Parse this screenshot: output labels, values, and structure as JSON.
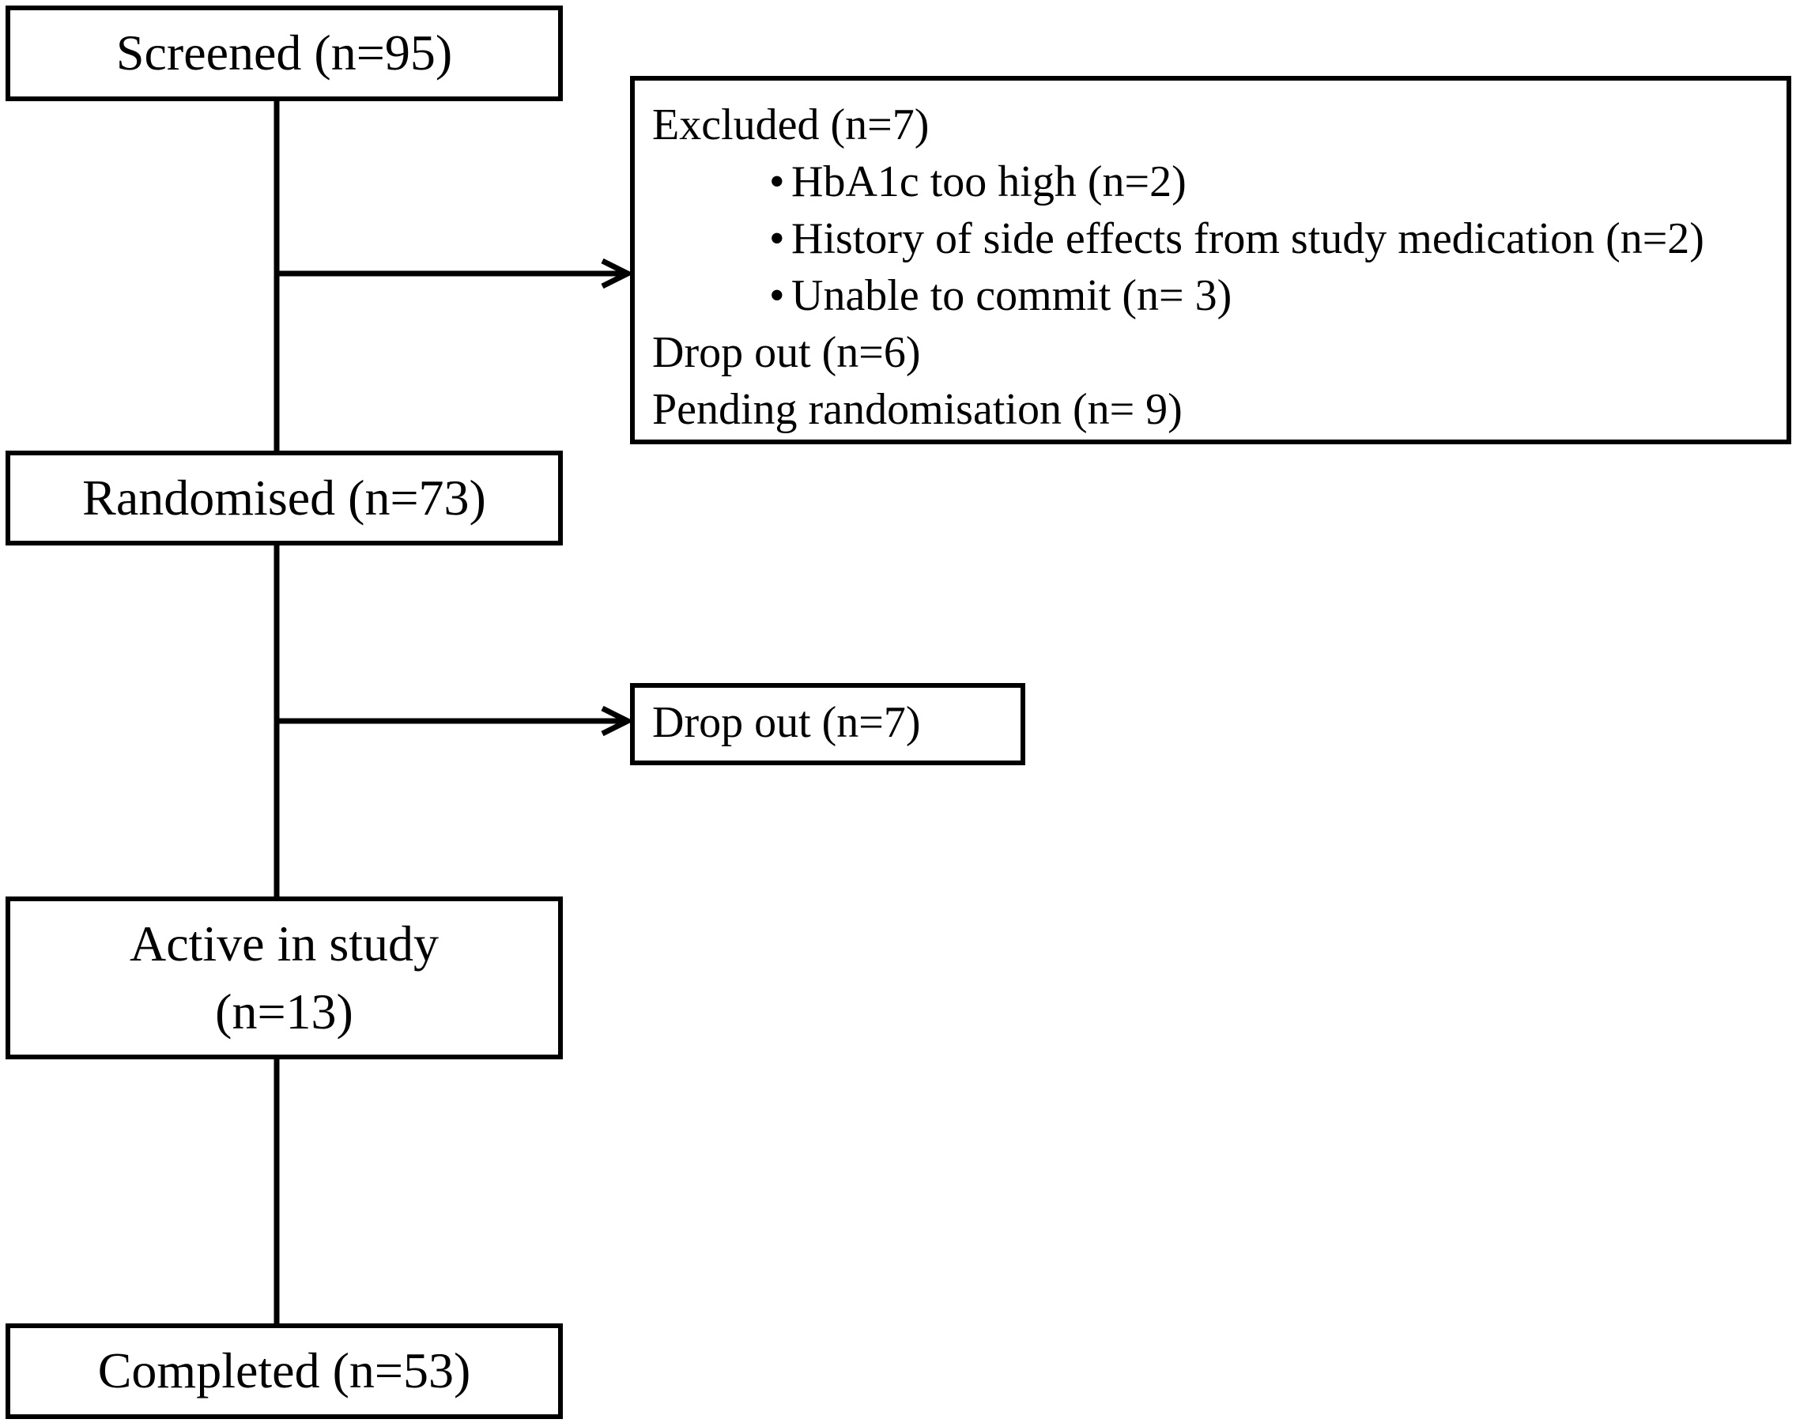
{
  "flow": {
    "screened": "Screened (n=95)",
    "randomised": "Randomised (n=73)",
    "active_line1": "Active in study",
    "active_line2": "(n=13)",
    "completed": "Completed (n=53)"
  },
  "excluded_box": {
    "heading": "Excluded (n=7)",
    "reasons": [
      "HbA1c too high (n=2)",
      "History of side effects from study medication (n=2)",
      "Unable to commit (n= 3)"
    ],
    "dropout": "Drop out (n=6)",
    "pending": "Pending randomisation (n= 9)"
  },
  "dropout_box": {
    "label": "Drop out (n=7)"
  },
  "colors": {
    "line": "#000000",
    "box_fill": "#ffffff"
  }
}
